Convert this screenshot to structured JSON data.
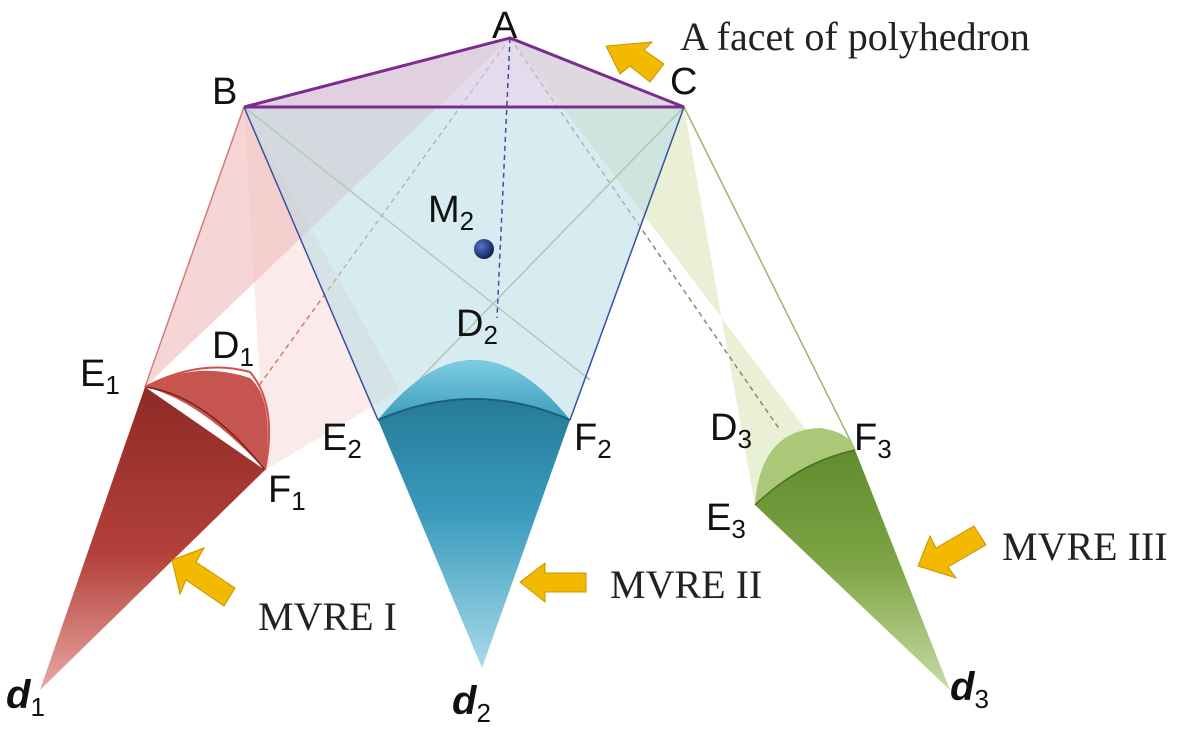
{
  "annotations": {
    "facet": "A facet of polyhedron",
    "mvre1": "MVRE I",
    "mvre2": "MVRE II",
    "mvre3": "MVRE III"
  },
  "vertices": {
    "A": "A",
    "B": "B",
    "C": "C",
    "M": "M",
    "M_sub": "2"
  },
  "points": {
    "E1": "E",
    "E1_sub": "1",
    "D1": "D",
    "D1_sub": "1",
    "F1": "F",
    "F1_sub": "1",
    "E2": "E",
    "E2_sub": "2",
    "D2": "D",
    "D2_sub": "2",
    "F2": "F",
    "F2_sub": "2",
    "E3": "E",
    "E3_sub": "3",
    "D3": "D",
    "D3_sub": "3",
    "F3": "F",
    "F3_sub": "3"
  },
  "directions": {
    "d1": "d",
    "d1_sub": "1",
    "d2": "d",
    "d2_sub": "2",
    "d3": "d",
    "d3_sub": "3"
  },
  "colors": {
    "facet": "#7b2d8e",
    "mvre1": "#b03a36",
    "mvre2": "#2b8fae",
    "mvre3": "#7fa040",
    "arrow": "#f2b900",
    "point": "#0e1e5a"
  }
}
